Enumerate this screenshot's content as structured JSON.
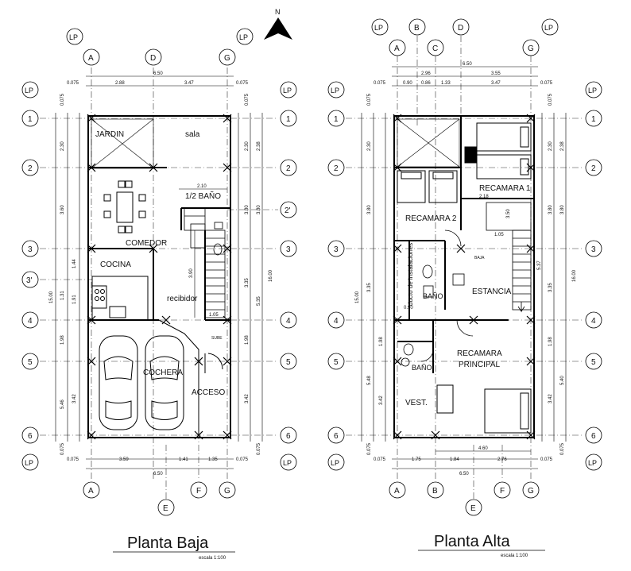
{
  "north": "N",
  "ground": {
    "title": "Planta Baja",
    "scale": "escala 1:100",
    "cols_top": [
      "A",
      "D",
      "G"
    ],
    "cols_bottom": [
      "A",
      "F",
      "G"
    ],
    "col_center": "E",
    "lp": "LP",
    "rows": [
      "1",
      "2",
      "2'",
      "3",
      "3'",
      "4",
      "5",
      "6"
    ],
    "rooms": {
      "jardin": "JARDIN",
      "sala": "sala",
      "bano": "1/2 BAÑO",
      "comedor": "COMEDOR",
      "cocina": "COCINA",
      "recibidor": "recibidor",
      "cochera": "COCHERA",
      "acceso": "ACCESO",
      "sube": "SUBE"
    },
    "dims_top": {
      "total": "6.50",
      "a": "2.88",
      "b": "3.47",
      "e1": "0.075",
      "e2": "0.075"
    },
    "dims_bottom": {
      "total": "6.50",
      "a": "3.59",
      "b": "1.41",
      "c": "1.35",
      "e1": "0.075",
      "e2": "0.075"
    },
    "dims_left_outer": {
      "a": "2.30",
      "b": "3.60",
      "c": "1.44",
      "d": "1.91",
      "e": "1.98",
      "f": "3.42",
      "g": "1.31",
      "total": "15.00",
      "h": "5.46",
      "e1": "0.075",
      "e2": "0.075"
    },
    "dims_right_outer": {
      "a": "2.30",
      "b": "2.38",
      "c": "3.80",
      "d": "3.80",
      "e": "3.35",
      "f": "16.00",
      "g": "5.35",
      "h": "1.98",
      "i": "3.42",
      "e1": "0.075",
      "e2": "0.075"
    },
    "dims_inner": {
      "bano_w": "2.10",
      "stair": "3.90",
      "land": "1.05"
    }
  },
  "upper": {
    "title": "Planta Alta",
    "scale": "escala 1:100",
    "cols_top_high": [
      "B",
      "D"
    ],
    "cols_top_low": [
      "A",
      "C",
      "G"
    ],
    "cols_bottom": [
      "A",
      "B",
      "F",
      "G"
    ],
    "col_center": "E",
    "lp": "LP",
    "rows": [
      "1",
      "2",
      "3",
      "4",
      "5",
      "6"
    ],
    "rooms": {
      "recamara1": "RECAMARA 1",
      "recamara2": "RECAMARA 2",
      "ducto": "ducto de instalaciones",
      "bano": "BAÑO",
      "estancia": "ESTANCIA",
      "recamara_principal_1": "RECAMARA",
      "recamara_principal_2": "PRINCIPAL",
      "bano2": "BAÑO",
      "vest": "VEST.",
      "baja": "BAJA"
    },
    "dims_top_total": "6.50",
    "dims_top_a": "2.96",
    "dims_top_b": "3.55",
    "dims_top_row": {
      "e1": "0.075",
      "a": "0.90",
      "b": "0.86",
      "c": "1.33",
      "d": "3.47",
      "e2": "0.075"
    },
    "dims_bottom": {
      "e1": "0.075",
      "a": "1.75",
      "b": "1.84",
      "c": "2.76",
      "e2": "0.075",
      "total": "6.50",
      "sub": "4.60"
    },
    "dims_left_outer": {
      "a": "2.30",
      "b": "3.80",
      "c": "3.35",
      "total": "15.00",
      "d": "1.98",
      "e": "5.48",
      "f": "3.42",
      "e1": "0.075",
      "e2": "0.075"
    },
    "dims_right_outer": {
      "a": "2.30",
      "b": "2.38",
      "c": "3.80",
      "d": "3.80",
      "e": "5.37",
      "f": "16.00",
      "g": "3.35",
      "h": "1.98",
      "i": "3.42",
      "j": "5.40",
      "e1": "0.075",
      "e2": "0.075"
    },
    "dims_inner": {
      "r1": "2.18",
      "land": "1.05",
      "stair": "3.50",
      "ban": "0.90"
    }
  }
}
